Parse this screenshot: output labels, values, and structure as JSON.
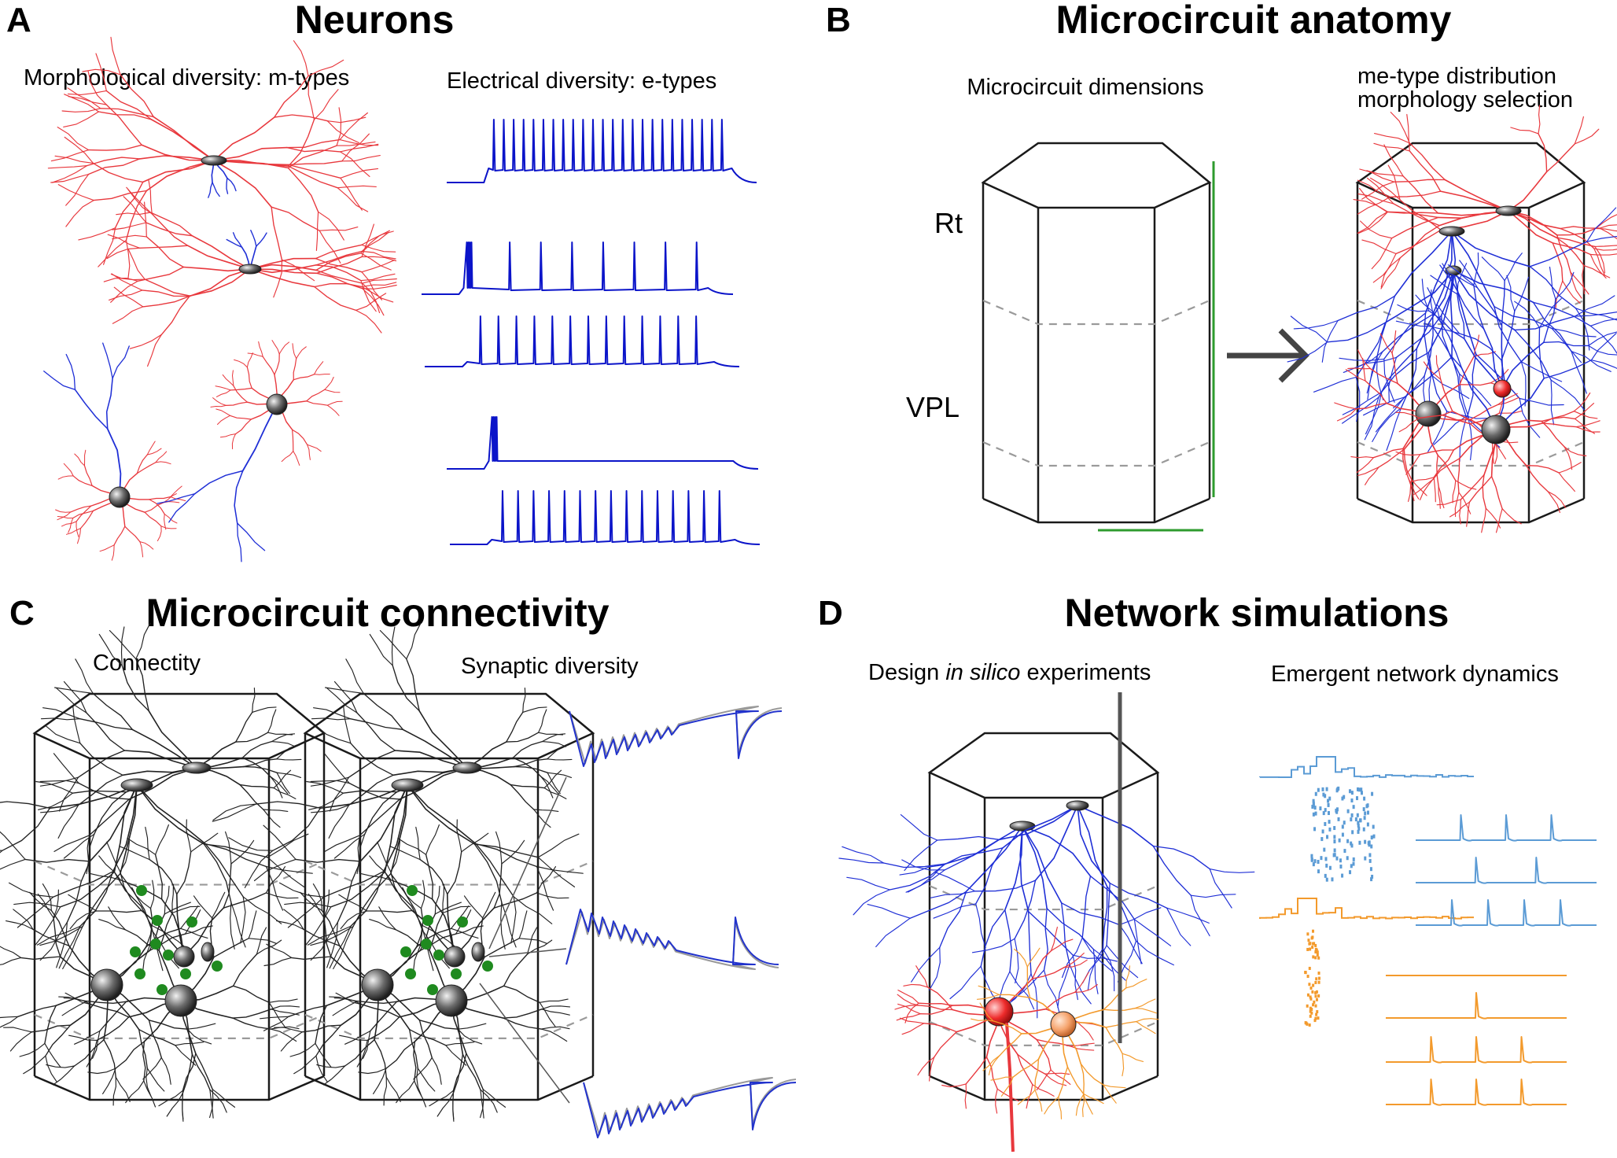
{
  "panels": {
    "a": {
      "label": "A",
      "title": "Neurons",
      "morph_subtitle": "Morphological diversity: m-types",
      "elec_subtitle": "Electrical diversity: e-types"
    },
    "b": {
      "label": "B",
      "title": "Microcircuit anatomy",
      "dims_subtitle": "Microcircuit dimensions",
      "dist_subtitle_line1": "me-type distribution",
      "dist_subtitle_line2": "morphology selection",
      "layer_top": "Rt",
      "layer_bottom": "VPL"
    },
    "c": {
      "label": "C",
      "title": "Microcircuit connectivity",
      "conn_subtitle": "Connectity",
      "syn_subtitle": "Synaptic diversity"
    },
    "d": {
      "label": "D",
      "title": "Network simulations",
      "design_pre": "Design ",
      "design_em": "in silico",
      "design_post": " experiments",
      "emergent_subtitle": "Emergent network dynamics"
    }
  },
  "colors": {
    "axon_red": "#e8383d",
    "dendrite_blue": "#1f2fd6",
    "trace_blue": "#0b14c9",
    "sim_blue": "#5b9bd5",
    "sim_orange": "#f39a2c",
    "synapse_green": "#1f8a1f",
    "scale_green": "#2e9b2e",
    "arrow_gray": "#444444"
  },
  "icons": [
    "arrow-right-icon",
    "soma-icon",
    "synapse-icon",
    "electrode-icon"
  ]
}
